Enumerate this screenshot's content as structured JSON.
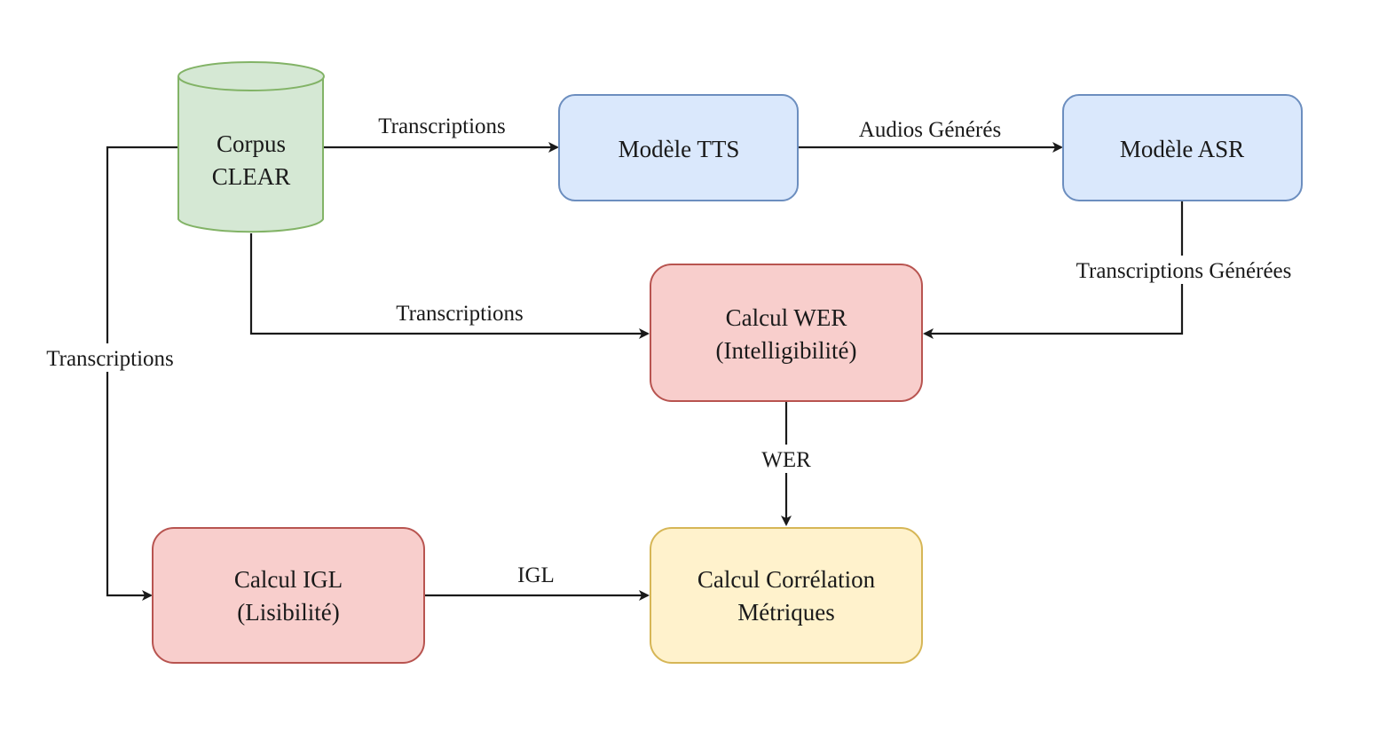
{
  "nodes": {
    "corpus": {
      "lines": [
        "Corpus",
        "CLEAR"
      ],
      "fill": "#d5e8d4",
      "stroke": "#82b366"
    },
    "tts": {
      "lines": [
        "Modèle TTS"
      ],
      "fill": "#dae8fc",
      "stroke": "#6c8ebf"
    },
    "asr": {
      "lines": [
        "Modèle ASR"
      ],
      "fill": "#dae8fc",
      "stroke": "#6c8ebf"
    },
    "wer": {
      "lines": [
        "Calcul WER",
        "(Intelligibilité)"
      ],
      "fill": "#f8cecc",
      "stroke": "#b85450"
    },
    "igl": {
      "lines": [
        "Calcul IGL",
        "(Lisibilité)"
      ],
      "fill": "#f8cecc",
      "stroke": "#b85450"
    },
    "correlation": {
      "lines": [
        "Calcul Corrélation",
        "Métriques"
      ],
      "fill": "#fff2cc",
      "stroke": "#d6b656"
    }
  },
  "edges": {
    "corpus_to_tts": {
      "label": "Transcriptions"
    },
    "tts_to_asr": {
      "label": "Audios Générés"
    },
    "asr_to_wer": {
      "label": "Transcriptions Générées"
    },
    "corpus_to_wer": {
      "label": "Transcriptions"
    },
    "corpus_to_igl": {
      "label": "Transcriptions"
    },
    "wer_to_correlation": {
      "label": "WER"
    },
    "igl_to_correlation": {
      "label": "IGL"
    }
  }
}
